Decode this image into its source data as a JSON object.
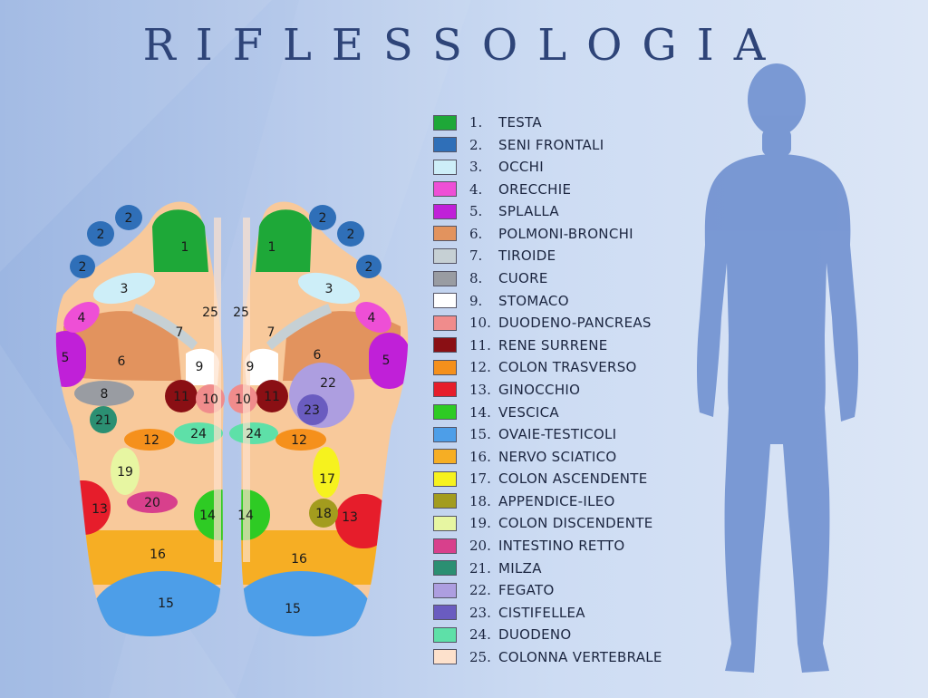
{
  "title": "RIFLESSOLOGIA",
  "legend": [
    {
      "num": "1.",
      "label": "TESTA",
      "color": "#1ea838"
    },
    {
      "num": "2.",
      "label": "SENI FRONTALI",
      "color": "#2f6fb8"
    },
    {
      "num": "3.",
      "label": "OCCHI",
      "color": "#cdeef8"
    },
    {
      "num": "4.",
      "label": "ORECCHIE",
      "color": "#ee4fd6"
    },
    {
      "num": "5.",
      "label": "SPLALLA",
      "color": "#c020d8"
    },
    {
      "num": "6.",
      "label": "POLMONI-BRONCHI",
      "color": "#e2935e"
    },
    {
      "num": "7.",
      "label": "TIROIDE",
      "color": "#c6d0d4"
    },
    {
      "num": "8.",
      "label": "CUORE",
      "color": "#999ca2"
    },
    {
      "num": "9.",
      "label": "STOMACO",
      "color": "#ffffff"
    },
    {
      "num": "10.",
      "label": "DUODENO-PANCREAS",
      "color": "#f08c8c"
    },
    {
      "num": "11.",
      "label": "RENE SURRENE",
      "color": "#8a0f14"
    },
    {
      "num": "12.",
      "label": "COLON TRASVERSO",
      "color": "#f5901c"
    },
    {
      "num": "13.",
      "label": "GINOCCHIO",
      "color": "#e61d2b"
    },
    {
      "num": "14.",
      "label": "VESCICA",
      "color": "#2ecb24"
    },
    {
      "num": "15.",
      "label": "OVAIE-TESTICOLI",
      "color": "#4d9ee8"
    },
    {
      "num": "16.",
      "label": "NERVO SCIATICO",
      "color": "#f6ae24"
    },
    {
      "num": "17.",
      "label": "COLON ASCENDENTE",
      "color": "#f6f21e"
    },
    {
      "num": "18.",
      "label": "APPENDICE-ILEO",
      "color": "#a39c1e"
    },
    {
      "num": "19.",
      "label": "COLON DISCENDENTE",
      "color": "#e7f6a2"
    },
    {
      "num": "20.",
      "label": "INTESTINO RETTO",
      "color": "#d8408c"
    },
    {
      "num": "21.",
      "label": "MILZA",
      "color": "#2b8f72"
    },
    {
      "num": "22.",
      "label": "FEGATO",
      "color": "#ad9ee0"
    },
    {
      "num": "23.",
      "label": "CISTIFELLEA",
      "color": "#6a5cc0"
    },
    {
      "num": "24.",
      "label": "DUODENO",
      "color": "#5ee0a8"
    },
    {
      "num": "25.",
      "label": "COLONNA VERTEBRALE",
      "color": "#fde1cc"
    }
  ],
  "colors": {
    "skin": "#f8c99b",
    "silhouette": "#6d8ecf",
    "title": "#2e4478"
  },
  "foot_labels": {
    "n1": "1",
    "n2": "2",
    "n3": "3",
    "n4": "4",
    "n5": "5",
    "n6": "6",
    "n7": "7",
    "n8": "8",
    "n9": "9",
    "n10": "10",
    "n11": "11",
    "n12": "12",
    "n13": "13",
    "n14": "14",
    "n15": "15",
    "n16": "16",
    "n17": "17",
    "n18": "18",
    "n19": "19",
    "n20": "20",
    "n21": "21",
    "n22": "22",
    "n23": "23",
    "n24": "24",
    "n25": "25"
  }
}
